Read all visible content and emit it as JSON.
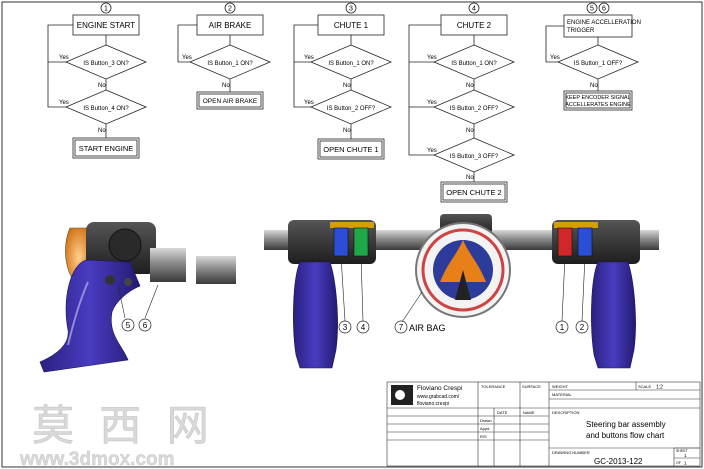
{
  "flow": {
    "c1": {
      "num": "1",
      "title": "ENGINE START",
      "q1": "IS Button_3 ON?",
      "q2": "IS Button_4 ON?",
      "action": "START ENGINE"
    },
    "c2": {
      "num": "2",
      "title": "AIR BRAKE",
      "q1": "IS Button_1 ON?",
      "action": "OPEN AIR BRAKE"
    },
    "c3": {
      "num": "3",
      "title": "CHUTE 1",
      "q1": "IS Button_1 ON?",
      "q2": "IS Button_2 OFF?",
      "action": "OPEN CHUTE 1"
    },
    "c4": {
      "num": "4",
      "title": "CHUTE 2",
      "q1": "IS Button_1 ON?",
      "q2": "IS Button_2 OFF?",
      "q3": "IS Button_3 OFF?",
      "action": "OPEN CHUTE 2"
    },
    "c5": {
      "num_a": "5",
      "num_b": "6",
      "title_l1": "ENGINE ACCELLERATION",
      "title_l2": "TRIGGER",
      "q1": "IS Button_1 OFF?",
      "action_l1": "KEEP ENCODER SIGNAL",
      "action_l2": "ACCELLERATES ENGINE"
    },
    "yes": "Yes",
    "no": "No"
  },
  "callouts": {
    "b5": "5",
    "b6": "6",
    "b3": "3",
    "b4": "4",
    "b7": "7",
    "b1": "1",
    "b2": "2",
    "airbag": "AIR BAG"
  },
  "titleblock": {
    "author": "Floviano Crespi",
    "site": "www.grabcad.com/",
    "handle": "floviano.crespi",
    "tolerance": "TOLERANCE",
    "surface": "SURFACE",
    "weight": "WEIGHT",
    "scale_label": "SCALE",
    "scale_value": "1:2",
    "material": "MATERIAL",
    "date": "DATE",
    "name": "NAME",
    "description_label": "DESCRIPTION",
    "drawn": "Drawn",
    "appd": "Appd.",
    "rev": "R/S",
    "desc_l1": "Steering bar assembly",
    "desc_l2": "and buttons flow chart",
    "drawing_number_label": "DRAWING NUMBER",
    "drawing_number": "GC-2013-122",
    "sheet_label": "SHEET",
    "sheet_value": "1",
    "of_label": "OF",
    "of_value": "1"
  },
  "watermark": {
    "cn": "莫 西 网",
    "url": "www.3dmox.com"
  },
  "colors": {
    "purple": "#3d2fa3",
    "line": "#222222",
    "orange": "#e08a2a"
  }
}
